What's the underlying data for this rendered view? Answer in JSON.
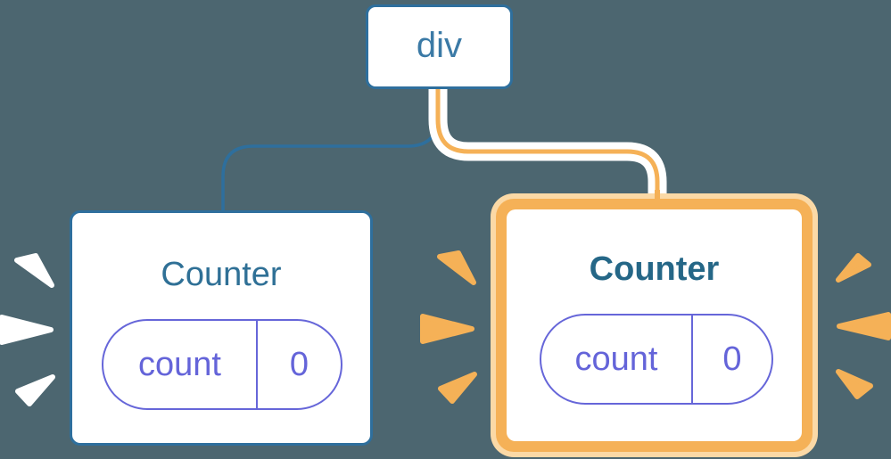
{
  "diagram": {
    "description": "React component tree: div root with two Counter children; second Counter highlighted as receiving new state",
    "root": {
      "label": "div"
    },
    "children": [
      {
        "title": "Counter",
        "highlighted": false,
        "state": {
          "key": "count",
          "value": "0"
        }
      },
      {
        "title": "Counter",
        "highlighted": true,
        "state": {
          "key": "count",
          "value": "0"
        }
      }
    ]
  },
  "colors": {
    "background": "#4C6670",
    "node_border_blue": "#2E6F9D",
    "root_label_blue": "#3B7AA6",
    "counter_title_blue": "#2F7096",
    "state_purple": "#6464D9",
    "pill_border_purple": "#6666D9",
    "highlight_orange": "#F5B157",
    "highlight_peach": "#FBD9A6",
    "wire_casing_white": "#FFFFFF",
    "burst_left_white": "#FFFFFF",
    "burst_orange": "#F5B157"
  },
  "icons": [
    {
      "name": "emphasis-burst-white-left",
      "meaning": "update flash around left counter"
    },
    {
      "name": "emphasis-burst-orange-inner",
      "meaning": "update flash left of highlighted counter"
    },
    {
      "name": "emphasis-burst-orange-right",
      "meaning": "update flash right of highlighted counter"
    }
  ]
}
